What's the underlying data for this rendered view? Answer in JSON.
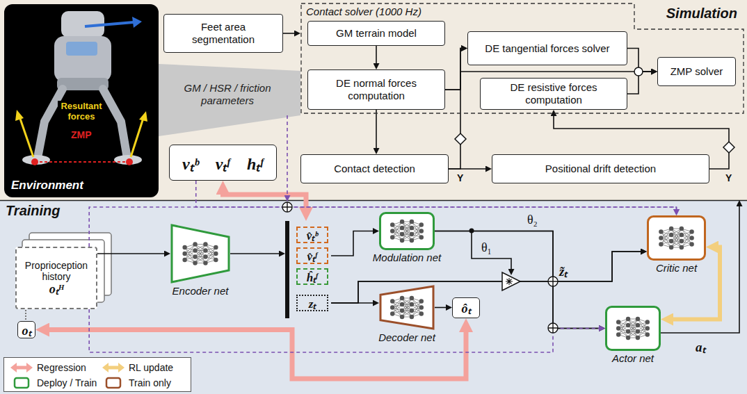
{
  "diagram": {
    "nodes": [
      {
        "text": [
          "Simulation"
        ]
      },
      {
        "text": [
          "Environment"
        ],
        "in": 0
      },
      {
        "text": [
          "Feet area segmentation"
        ],
        "in": 0
      },
      {
        "text": [
          "Contact solver (1000 Hz)"
        ],
        "in": 0
      },
      {
        "text": [
          "GM terrain model"
        ],
        "in": 3
      },
      {
        "text": [
          "DE normal forces computation"
        ],
        "in": 3
      },
      {
        "text": [
          "DE tangential forces solver"
        ],
        "in": 3
      },
      {
        "text": [
          "DE resistive forces computation"
        ],
        "in": 3
      },
      {
        "text": [
          "ZMP solver"
        ],
        "in": 3
      },
      {
        "text": [
          "vₜᵇ",
          "vₜᶠ",
          "hₜᶠ"
        ],
        "in": 0
      },
      {
        "text": [
          "Contact detection"
        ],
        "in": 0
      },
      {
        "text": [
          "Positional drift detection"
        ],
        "in": 0
      },
      {
        "text": [
          "Training"
        ]
      },
      {
        "text": [
          "Proprioception history",
          "oₜᴴ"
        ],
        "in": 12
      },
      {
        "text": [
          "oₜ"
        ],
        "in": 12
      },
      {
        "text": [
          "Encoder net"
        ],
        "in": 12
      },
      {
        "text": [
          "v̂ₜᵇ",
          "v̂ₜᶠ",
          "ĥₜᶠ",
          "zₜ"
        ],
        "in": 12
      },
      {
        "text": [
          "Modulation net"
        ],
        "in": 12
      },
      {
        "text": [
          "Decoder net"
        ],
        "in": 12
      },
      {
        "text": [
          "ôₜ"
        ],
        "in": 12
      },
      {
        "text": [
          "Critic net"
        ],
        "in": 12
      },
      {
        "text": [
          "Actor net"
        ],
        "in": 12
      }
    ],
    "edges": [
      {
        "from": 2,
        "to": 3,
        "arrow": "to"
      },
      {
        "from": 4,
        "to": 5,
        "arrow": "to"
      },
      {
        "from": 5,
        "to": 6,
        "arrow": "to"
      },
      {
        "from": 5,
        "to": 8,
        "arrow": "to"
      },
      {
        "from": 6,
        "to": 8,
        "arrow": "to"
      },
      {
        "from": 7,
        "to": 8,
        "arrow": "to"
      },
      {
        "from": 5,
        "to": 10,
        "arrow": "to"
      },
      {
        "from": 10,
        "to": 11,
        "arrow": "to"
      },
      {
        "from": 10,
        "to": 6,
        "arrow": "to"
      },
      {
        "from": 11,
        "to": 7,
        "arrow": "to"
      },
      {
        "from": 9,
        "to": 16,
        "arrow": "both"
      },
      {
        "from": 13,
        "to": 15,
        "arrow": "to"
      },
      {
        "from": 15,
        "to": 16,
        "arrow": "to"
      },
      {
        "from": 16,
        "to": 17,
        "arrow": "to"
      },
      {
        "from": 16,
        "to": 18,
        "arrow": "to"
      },
      {
        "from": 18,
        "to": 19,
        "arrow": "to"
      },
      {
        "from": 14,
        "to": 19,
        "arrow": "both"
      },
      {
        "from": 17,
        "to": 20,
        "arrow": "to"
      },
      {
        "from": 17,
        "to": 21,
        "arrow": "to"
      },
      {
        "from": 16,
        "to": 20,
        "arrow": "to"
      },
      {
        "from": 16,
        "to": 21,
        "arrow": "to"
      },
      {
        "from": 20,
        "to": 21,
        "arrow": "both"
      },
      {
        "from": 9,
        "to": 20,
        "arrow": "to"
      },
      {
        "from": 13,
        "to": 20,
        "arrow": "to"
      },
      {
        "from": 13,
        "to": 21,
        "arrow": "to"
      },
      {
        "from": 21,
        "to": 0,
        "arrow": "to"
      }
    ],
    "labels": [
      "Resultant forces",
      "ZMP",
      "GM / HSR / friction parameters",
      "Y",
      "Y",
      "θ₁",
      "θ₂",
      "z̃ₜ",
      "aₜ"
    ],
    "legend": [
      {
        "text": "Regression"
      },
      {
        "text": "RL update"
      },
      {
        "text": "Deploy / Train"
      },
      {
        "text": "Train only"
      }
    ]
  }
}
